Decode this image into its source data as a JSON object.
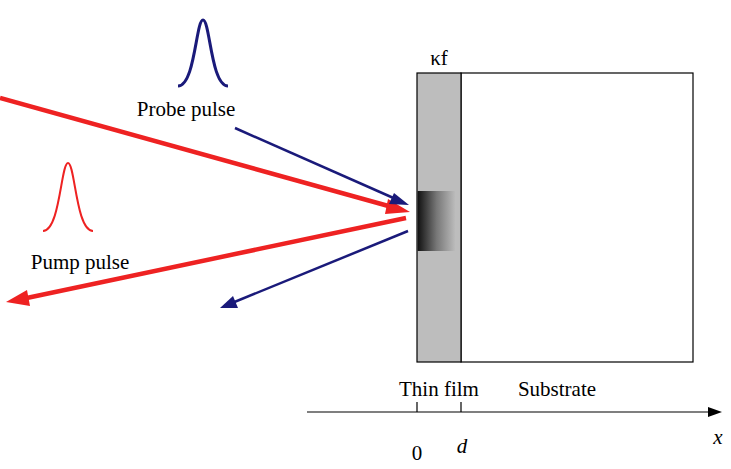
{
  "diagram": {
    "labels": [
      "κf",
      "Probe pulse",
      "Pump pulse",
      "Thin film",
      "Substrate",
      "0",
      "d",
      "x"
    ]
  }
}
